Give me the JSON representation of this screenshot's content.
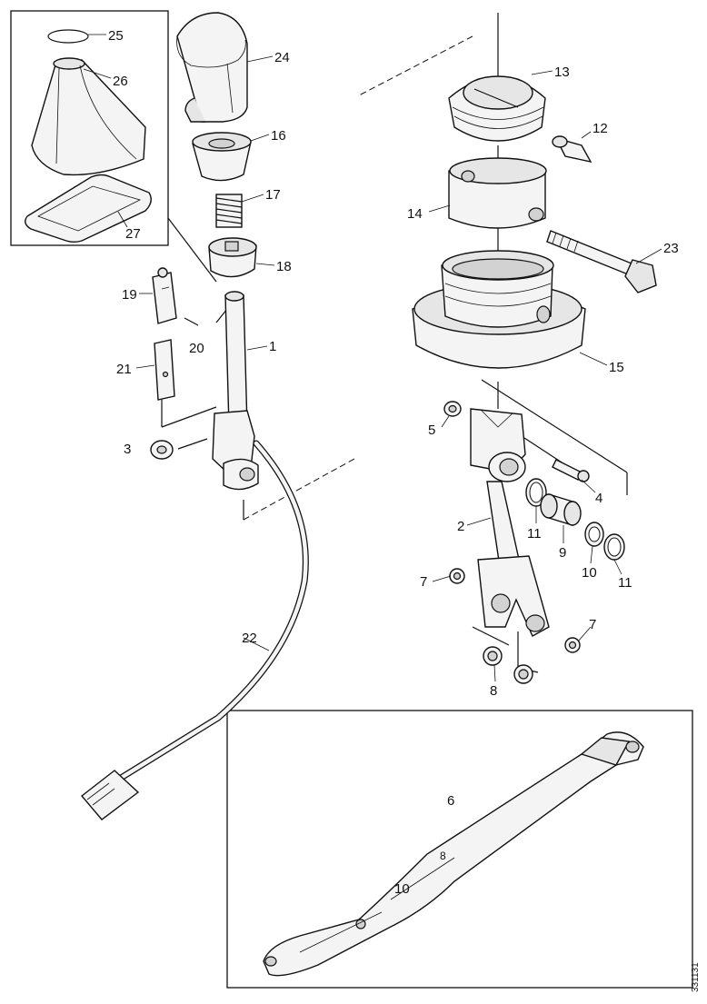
{
  "diagram": {
    "doc_number": "331131",
    "callouts": {
      "c1": "1",
      "c2": "2",
      "c3": "3",
      "c4": "4",
      "c5": "5",
      "c6": "6",
      "c7a": "7",
      "c7b": "7",
      "c8a": "8",
      "c8b": "8",
      "c9": "9",
      "c10a": "10",
      "c10b": "10",
      "c11a": "11",
      "c11b": "11",
      "c12": "12",
      "c13": "13",
      "c14": "14",
      "c15": "15",
      "c16": "16",
      "c17": "17",
      "c18": "18",
      "c19": "19",
      "c20": "20",
      "c21": "21",
      "c22": "22",
      "c23": "23",
      "c24": "24",
      "c25": "25",
      "c26": "26",
      "c27": "27"
    }
  }
}
